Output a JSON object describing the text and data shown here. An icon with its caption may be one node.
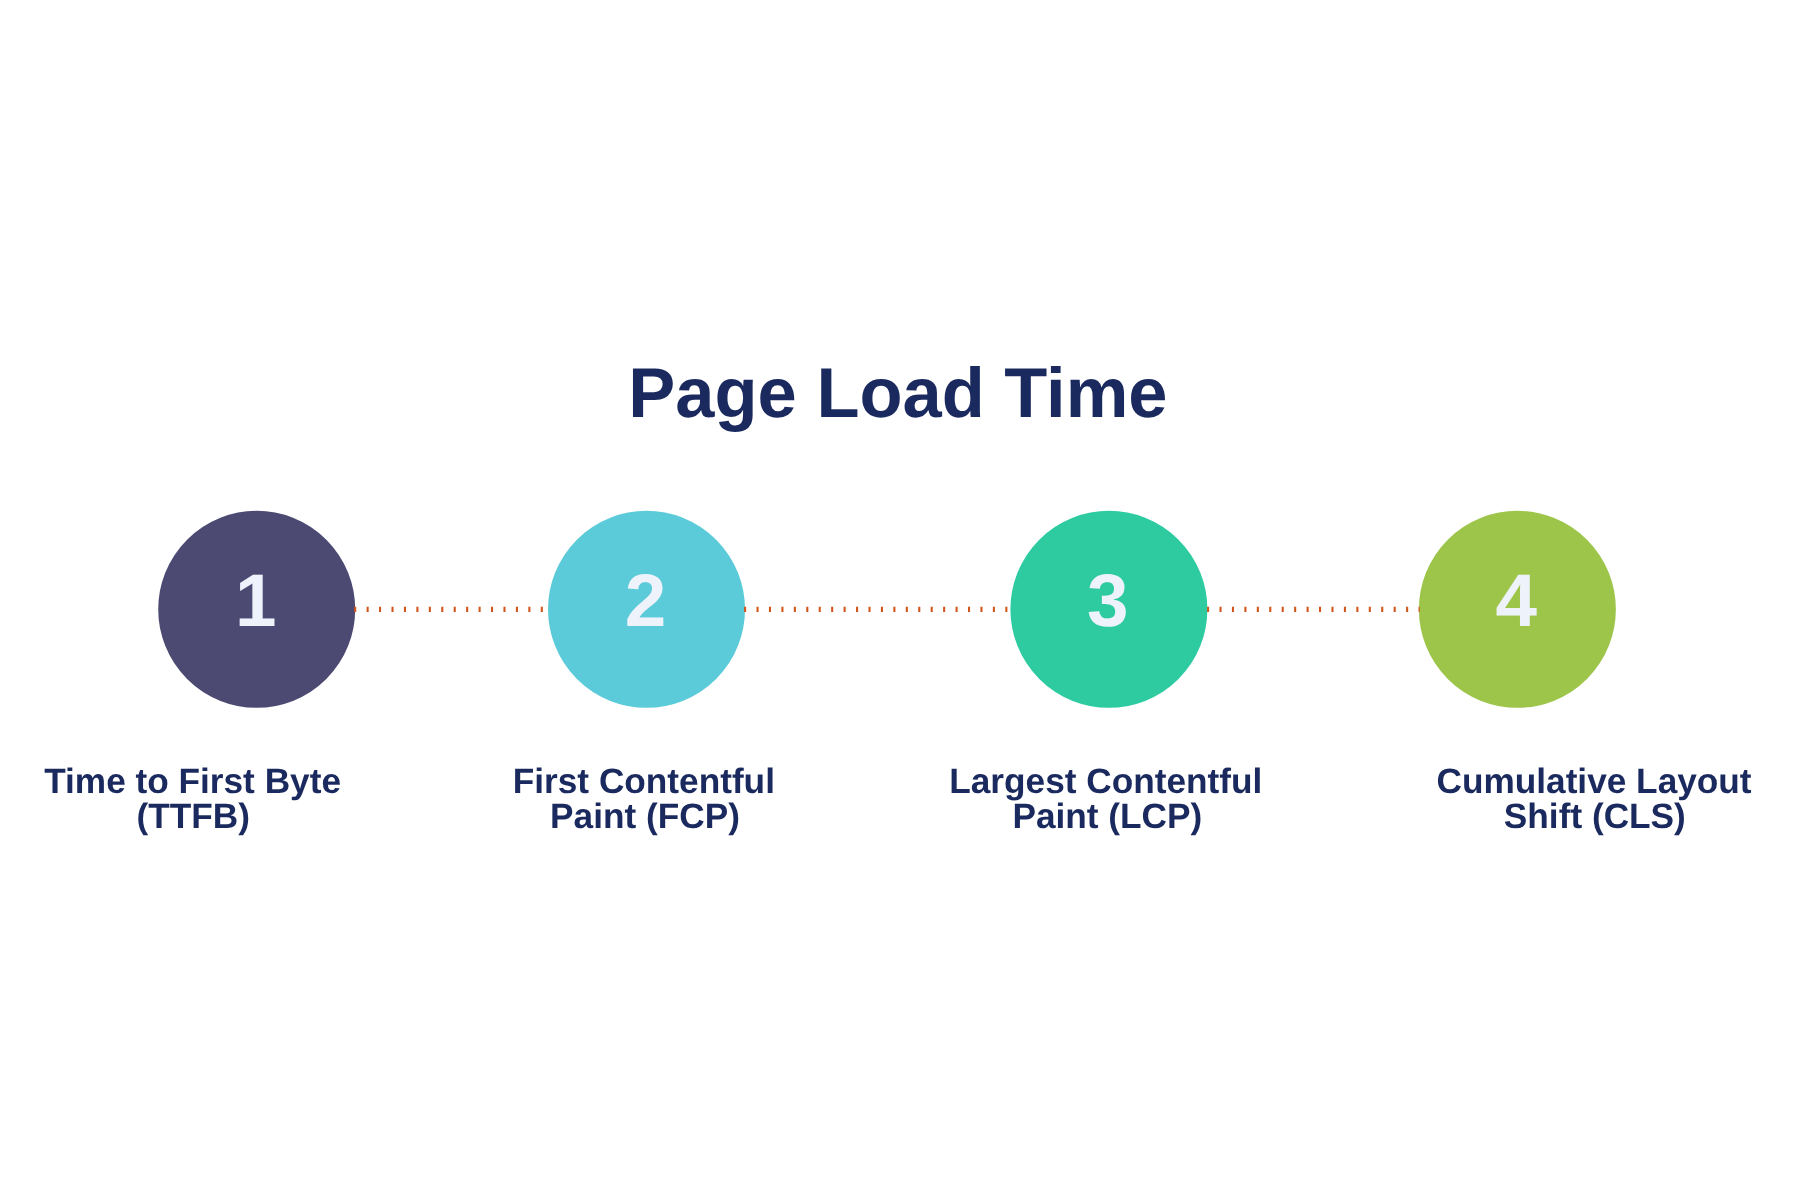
{
  "diagram": {
    "title": "Page Load Time",
    "nodes": [
      {
        "text": [
          "1"
        ],
        "beside": [
          "Time to First Byte (TTFB)"
        ]
      },
      {
        "text": [
          "2"
        ],
        "beside": [
          "First Contentful Paint (FCP)"
        ]
      },
      {
        "text": [
          "3"
        ],
        "beside": [
          "Largest Contentful Paint (LCP)"
        ]
      },
      {
        "text": [
          "4"
        ],
        "beside": [
          "Cumulative Layout Shift (CLS)"
        ]
      }
    ],
    "edges": [
      {
        "from": 0,
        "to": 1,
        "arrow": "none",
        "style": "dashed"
      },
      {
        "from": 1,
        "to": 2,
        "arrow": "none",
        "style": "dashed"
      },
      {
        "from": 2,
        "to": 3,
        "arrow": "none",
        "style": "dashed"
      }
    ]
  }
}
